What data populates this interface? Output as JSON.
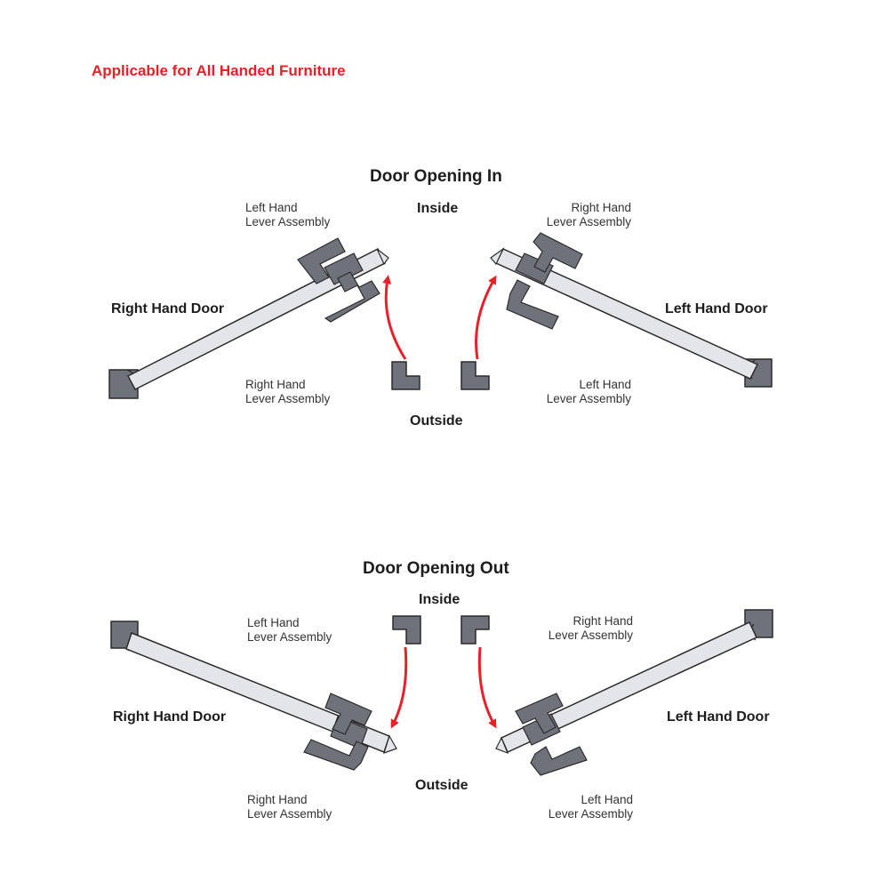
{
  "header": {
    "text": "Applicable for All Handed Furniture"
  },
  "colors": {
    "accent": "#e8202a",
    "hardware": "#6f727b",
    "door_fill": "#e4e5e8",
    "outline": "#2b2b2b"
  },
  "opening_in": {
    "title": "Door Opening In",
    "inside": "Inside",
    "outside": "Outside",
    "left_door_label": "Right Hand Door",
    "right_door_label": "Left Hand Door",
    "top_left_lever": [
      "Left Hand",
      "Lever Assembly"
    ],
    "top_right_lever": [
      "Right Hand",
      "Lever Assembly"
    ],
    "bottom_left_lever": [
      "Right Hand",
      "Lever Assembly"
    ],
    "bottom_right_lever": [
      "Left Hand",
      "Lever Assembly"
    ]
  },
  "opening_out": {
    "title": "Door Opening Out",
    "inside": "Inside",
    "outside": "Outside",
    "left_door_label": "Right Hand Door",
    "right_door_label": "Left Hand Door",
    "top_left_lever": [
      "Left Hand",
      "Lever Assembly"
    ],
    "top_right_lever": [
      "Right Hand",
      "Lever Assembly"
    ],
    "bottom_left_lever": [
      "Right Hand",
      "Lever Assembly"
    ],
    "bottom_right_lever": [
      "Left Hand",
      "Lever Assembly"
    ]
  }
}
